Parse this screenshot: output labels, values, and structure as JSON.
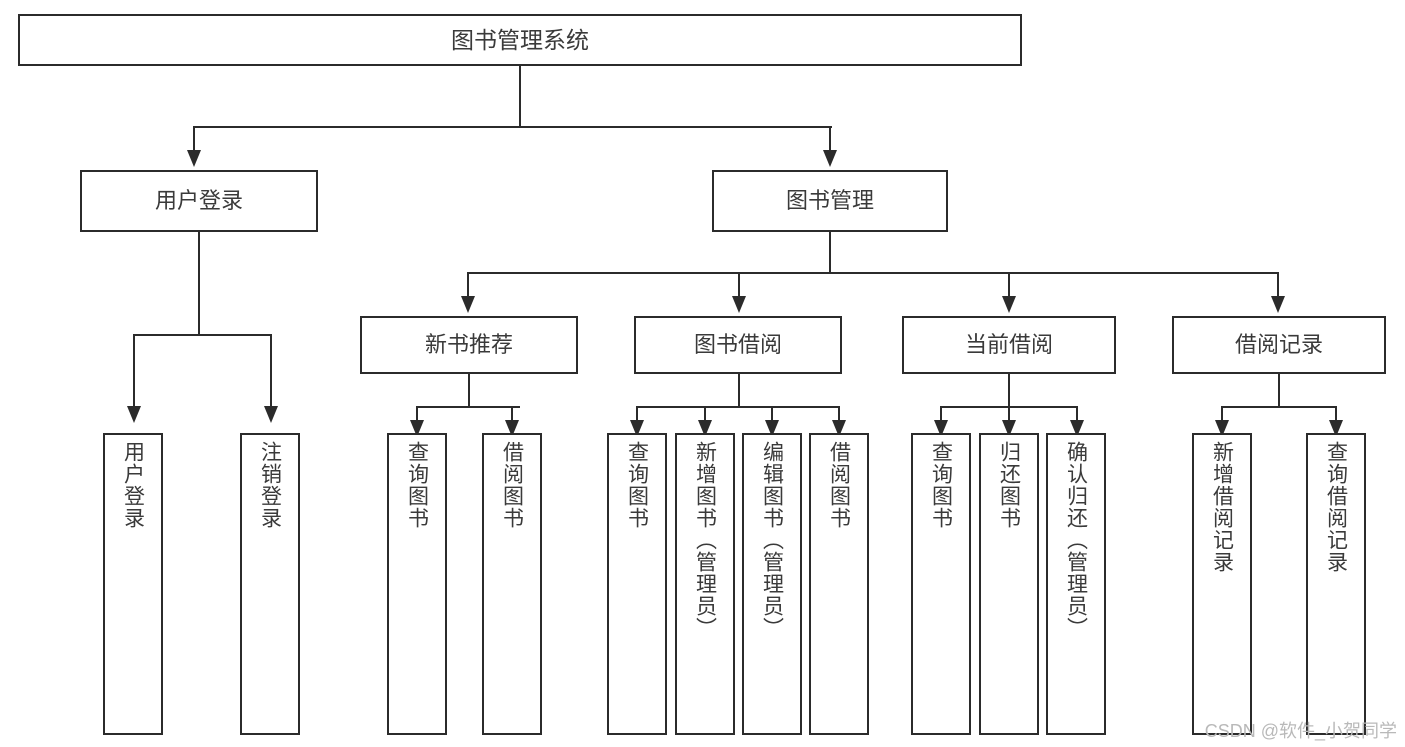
{
  "diagram": {
    "title": "图书管理系统",
    "type": "function-structure-tree",
    "root": {
      "label": "图书管理系统"
    },
    "level2": [
      {
        "id": "user-login",
        "label": "用户登录"
      },
      {
        "id": "book-management",
        "label": "图书管理"
      }
    ],
    "level3": [
      {
        "id": "new-book-recommend",
        "label": "新书推荐"
      },
      {
        "id": "book-borrow",
        "label": "图书借阅"
      },
      {
        "id": "current-borrow",
        "label": "当前借阅"
      },
      {
        "id": "borrow-record",
        "label": "借阅记录"
      }
    ],
    "leaves": {
      "user-login": [
        {
          "id": "leaf-user-login",
          "label": "用户登录"
        },
        {
          "id": "leaf-logout-login",
          "label": "注销登录"
        }
      ],
      "new-book-recommend": [
        {
          "id": "leaf-query-book-1",
          "label": "查询图书"
        },
        {
          "id": "leaf-borrow-book-1",
          "label": "借阅图书"
        }
      ],
      "book-borrow": [
        {
          "id": "leaf-query-book-2",
          "label": "查询图书"
        },
        {
          "id": "leaf-add-book",
          "label": "新增图书（管理员）"
        },
        {
          "id": "leaf-edit-book",
          "label": "编辑图书（管理员）"
        },
        {
          "id": "leaf-borrow-book-2",
          "label": "借阅图书"
        }
      ],
      "current-borrow": [
        {
          "id": "leaf-query-book-3",
          "label": "查询图书"
        },
        {
          "id": "leaf-return-book",
          "label": "归还图书"
        },
        {
          "id": "leaf-confirm-return",
          "label": "确认归还（管理员）"
        }
      ],
      "borrow-record": [
        {
          "id": "leaf-add-record",
          "label": "新增借阅记录"
        },
        {
          "id": "leaf-query-record",
          "label": "查询借阅记录"
        }
      ]
    }
  },
  "watermark": {
    "text": "CSDN @软件_小贺同学"
  },
  "colors": {
    "line": "#2b2b2b",
    "box_fill": "#ffffff",
    "text": "#3a3a3a",
    "watermark": "#b9b9b9",
    "background": "#ffffff"
  }
}
